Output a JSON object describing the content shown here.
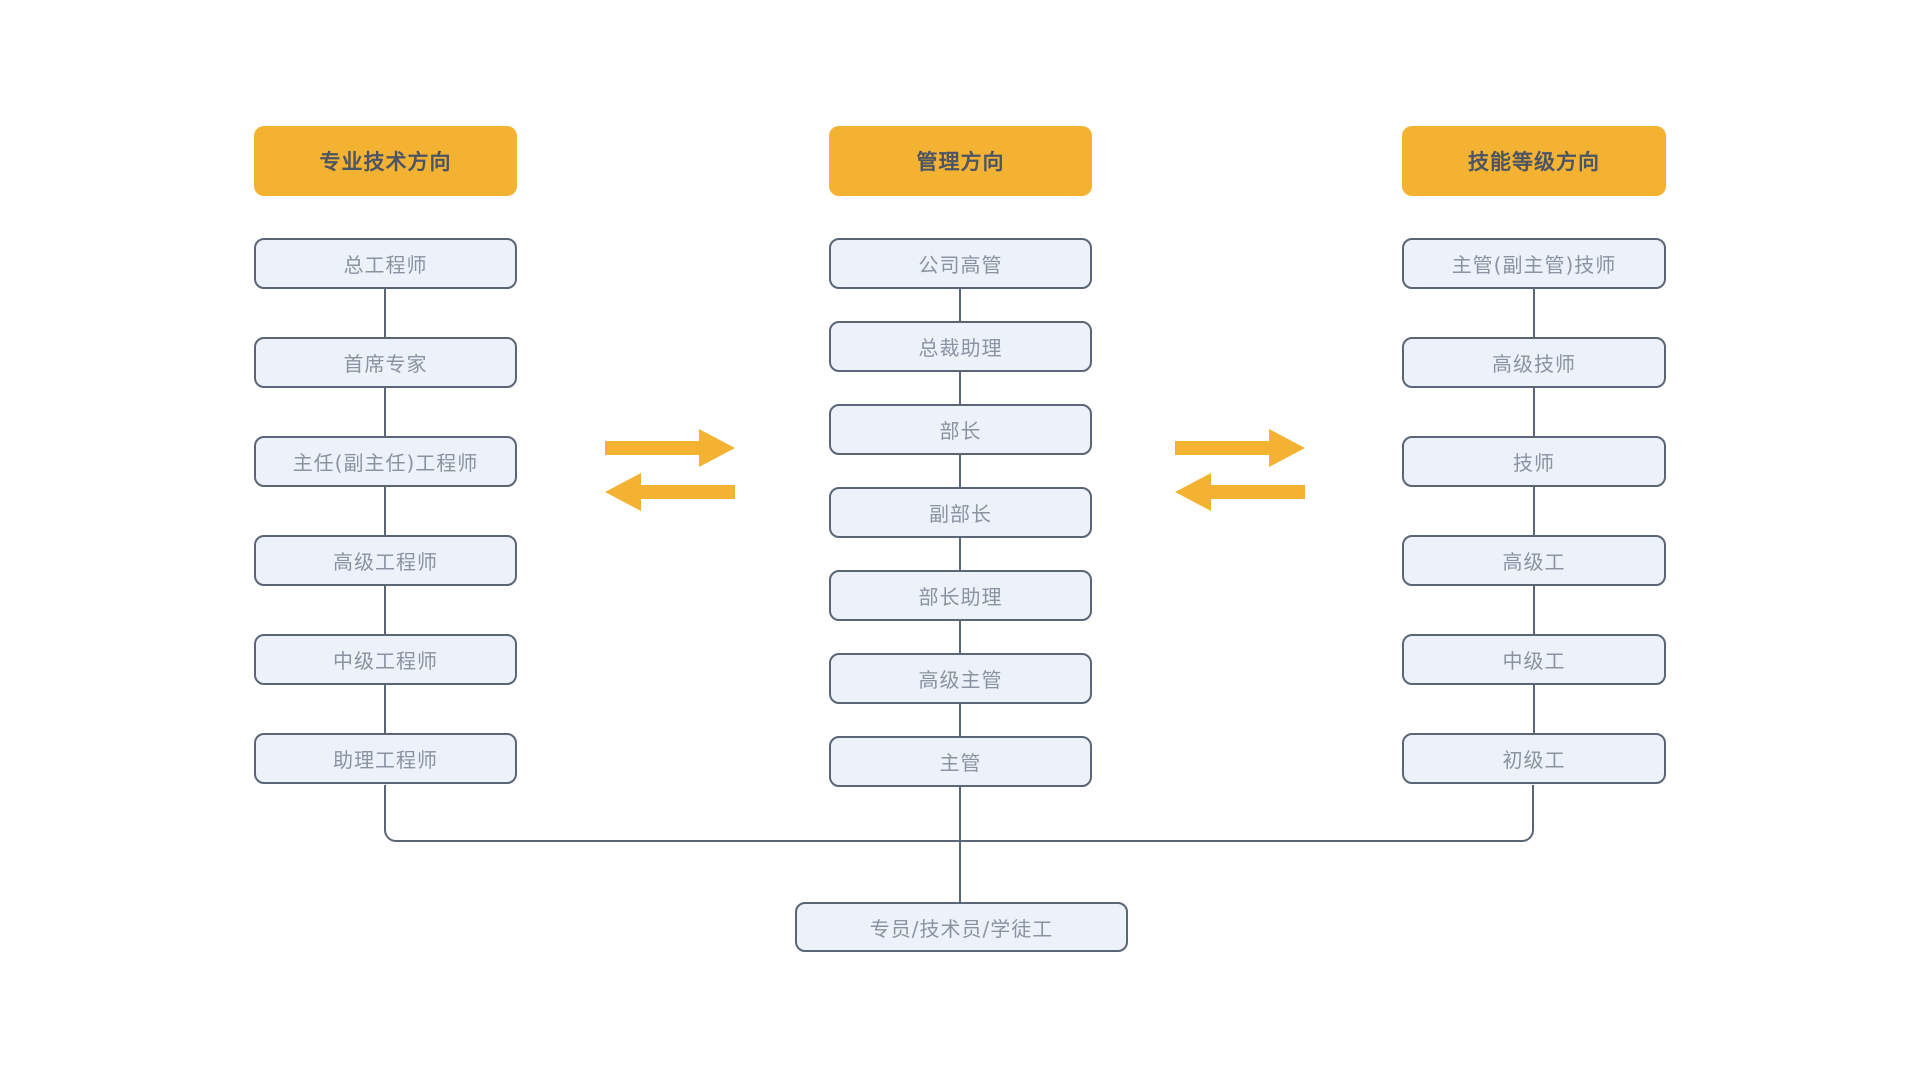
{
  "colors": {
    "orange": "#F4B232",
    "box_fill": "#EDF1F9",
    "box_border": "#5A6675",
    "box_text": "#8A93A2",
    "header_text": "#4C5564",
    "line": "#5A6675"
  },
  "columns": [
    {
      "id": "professional-technical",
      "header": "专业技术方向",
      "items": [
        "总工程师",
        "首席专家",
        "主任(副主任)工程师",
        "高级工程师",
        "中级工程师",
        "助理工程师"
      ]
    },
    {
      "id": "management",
      "header": "管理方向",
      "items": [
        "公司高管",
        "总裁助理",
        "部长",
        "副部长",
        "部长助理",
        "高级主管",
        "主管"
      ]
    },
    {
      "id": "skill-grade",
      "header": "技能等级方向",
      "items": [
        "主管(副主管)技师",
        "高级技师",
        "技师",
        "高级工",
        "中级工",
        "初级工"
      ]
    }
  ],
  "base": {
    "label": "专员/技术员/学徒工"
  },
  "icons": {
    "exchange_arrows": "double-horizontal-exchange-arrows"
  }
}
